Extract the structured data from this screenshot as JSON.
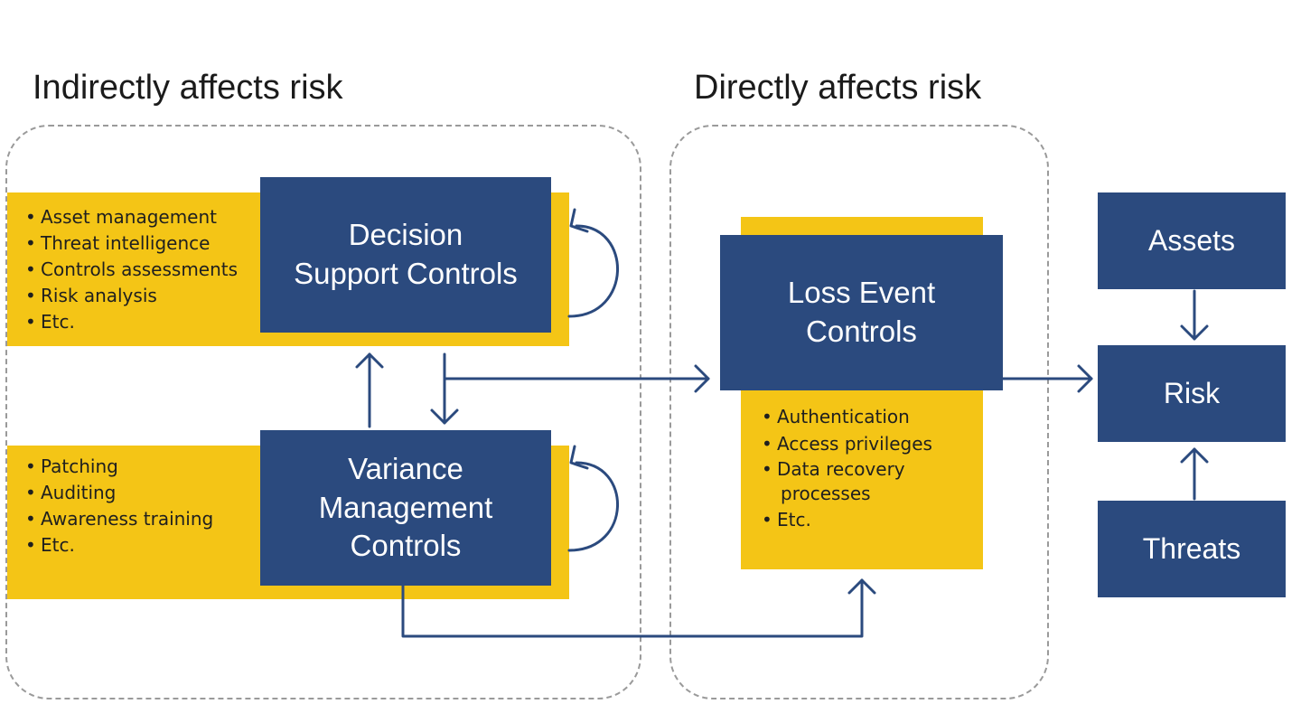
{
  "headings": {
    "indirect": "Indirectly affects risk",
    "direct": "Directly affects risk"
  },
  "decision_support": {
    "title": "Decision\nSupport Controls",
    "items": [
      "Asset management",
      "Threat intelligence",
      "Controls assessments",
      "Risk analysis",
      "Etc."
    ]
  },
  "variance_management": {
    "title": "Variance\nManagement\nControls",
    "items": [
      "Patching",
      "Auditing",
      "Awareness training",
      "Etc."
    ]
  },
  "loss_event": {
    "title": "Loss Event\nControls",
    "items": [
      "Authentication",
      "Access privileges",
      "Data recovery",
      "processes",
      "Etc."
    ]
  },
  "risk_factors": {
    "assets": "Assets",
    "risk": "Risk",
    "threats": "Threats"
  },
  "colors": {
    "navy": "#2b4a7e",
    "yellow": "#f4c516",
    "arrow": "#2b4a7e",
    "dashed_frame": "#9a9a9a"
  }
}
